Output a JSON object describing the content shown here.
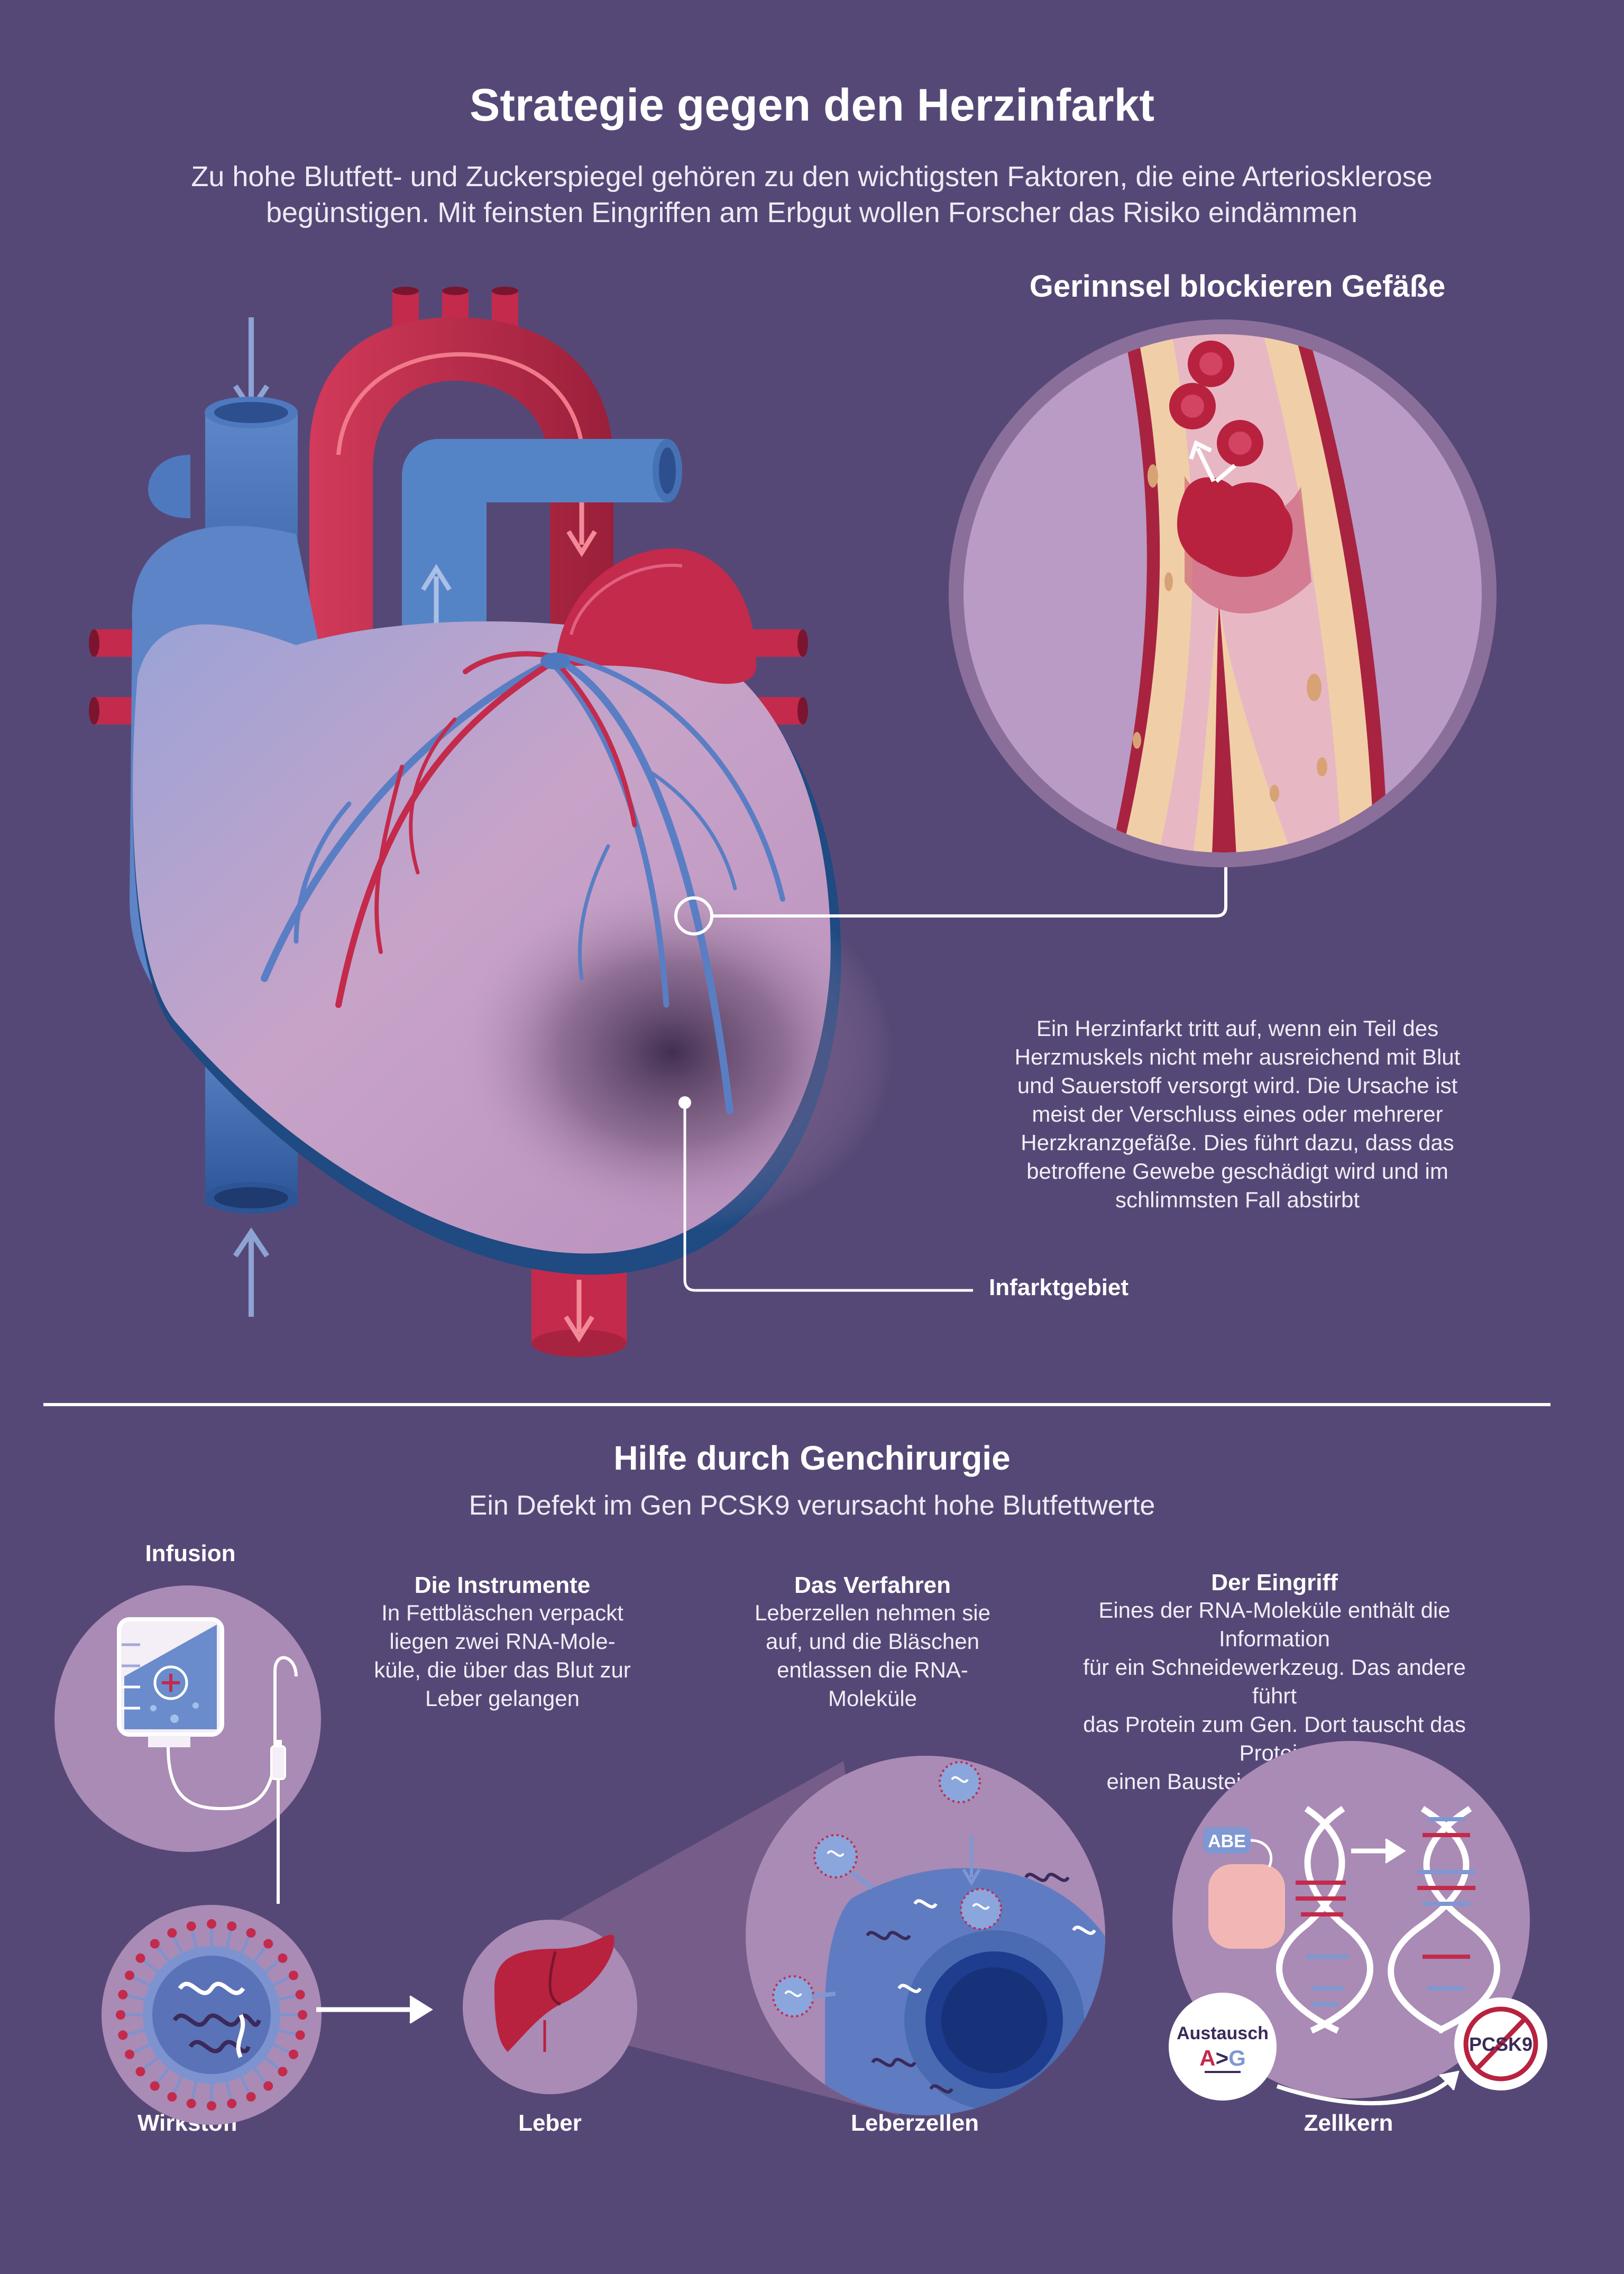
{
  "header": {
    "title": "Strategie gegen den Herzinfarkt",
    "subtitle_line1": "Zu hohe Blutfett- und Zuckerspiegel gehören zu den wichtigsten Faktoren, die eine Arteriosklerose",
    "subtitle_line2": "begünstigen. Mit feinsten Eingriffen am Erbgut wollen Forscher das Risiko eindämmen"
  },
  "section1": {
    "clot_title": "Gerinnsel blockieren Gefäße",
    "infarct_text_lines": [
      "Ein Herzinfarkt tritt auf, wenn ein Teil des",
      "Herzmuskels nicht mehr ausreichend mit Blut",
      "und Sauerstoff versorgt wird. Die Ursache ist",
      "meist der Verschluss eines oder mehrerer",
      "Herzkranzgefäße. Dies führt dazu, dass das",
      "betroffene Gewebe geschädigt wird und im",
      "schlimmsten Fall abstirbt"
    ],
    "infarct_label": "Infarktgebiet"
  },
  "section2": {
    "title": "Hilfe durch Genchirurgie",
    "subtitle": "Ein Defekt im Gen PCSK9 verursacht hohe Blutfettwerte",
    "infusion_label": "Infusion",
    "steps": [
      {
        "title": "Die Instrumente",
        "lines": [
          "In Fettbläschen verpackt",
          "liegen zwei RNA-Mole-",
          "küle, die über das Blut zur",
          "Leber gelangen"
        ]
      },
      {
        "title": "Das Verfahren",
        "lines": [
          "Leberzellen nehmen sie",
          "auf, und die Bläschen",
          "entlassen die RNA-",
          "Moleküle"
        ]
      },
      {
        "title": "Der Eingriff",
        "lines": [
          "Eines der RNA-Moleküle enthält die Information",
          "für ein Schneidewerkzeug. Das andere führt",
          "das Protein zum Gen. Dort tauscht das Protein",
          "einen Baustein aus. Das Gen wird inaktiv"
        ]
      }
    ],
    "bottom_labels": {
      "wirkstoff": "Wirkstoff",
      "leber": "Leber",
      "leberzellen": "Leberzellen",
      "zellkern": "Zellkern"
    },
    "nucleus": {
      "abe_tag": "ABE",
      "exchange_title": "Austausch",
      "exchange_from": "A",
      "exchange_symbol": ">",
      "exchange_to": "G",
      "gene_badge": "PCSK9"
    }
  },
  "colors": {
    "background": "#564876",
    "vein_blue": "#4f79bf",
    "artery_red": "#c42a4b",
    "muscle_pink": "#c8a3c8",
    "circle_lilac": "#a98bb5"
  }
}
